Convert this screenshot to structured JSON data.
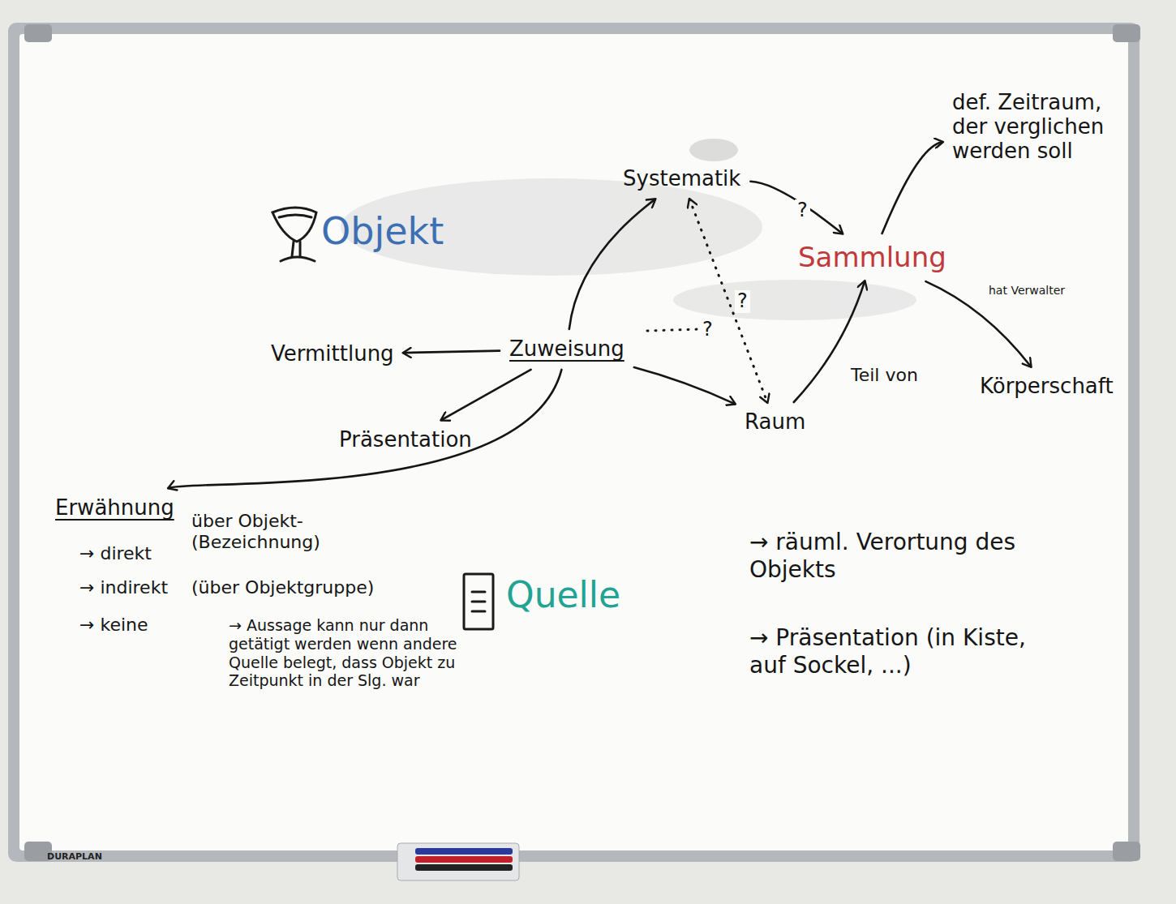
{
  "diagram": {
    "nodes": [
      {
        "text": [
          "def. Zeitraum, der verglichen werden soll"
        ]
      },
      {
        "text": [
          "Systematik"
        ]
      },
      {
        "text": [
          "Sammlung"
        ]
      },
      {
        "text": [
          "Vermittlung"
        ]
      },
      {
        "text": [
          "Zuweisung"
        ]
      },
      {
        "text": [
          "Körperschaft"
        ]
      },
      {
        "text": [
          "Raum"
        ]
      },
      {
        "text": [
          "Präsentation"
        ]
      },
      {
        "text": [
          "Erwähnung"
        ]
      }
    ],
    "edges": [
      {
        "from": 4,
        "to": 3,
        "arrow": "to"
      },
      {
        "from": 4,
        "to": 7,
        "arrow": "to"
      },
      {
        "from": 4,
        "to": 8,
        "arrow": "to"
      },
      {
        "from": 4,
        "to": 1,
        "arrow": "to"
      },
      {
        "from": 4,
        "to": 6,
        "arrow": "to"
      },
      {
        "from": 1,
        "to": 2,
        "label": "?",
        "arrow": "to"
      },
      {
        "from": 1,
        "to": 6,
        "label": "?",
        "arrow": "both"
      },
      {
        "from": 6,
        "to": 2,
        "label": "Teil von",
        "arrow": "to"
      },
      {
        "from": 2,
        "to": 0,
        "arrow": "to"
      },
      {
        "from": 2,
        "to": 5,
        "label": "hat Verwalter",
        "arrow": "to"
      }
    ],
    "labels": [
      "Objekt",
      "?",
      "→ direkt",
      "über Objekt- (Bezeichnung)",
      "→ indirekt",
      "(über Objektgruppe)",
      "→ keine",
      "→ Aussage kann nur dann getätigt werden wenn andere Quelle belegt, dass Objekt zu Zeitpunkt in der Slg. war",
      "Quelle",
      "→ räuml. Verortung des Objekts",
      "→ Präsentation (in Kiste, auf Sockel, ...)",
      "DURAPLAN"
    ]
  }
}
